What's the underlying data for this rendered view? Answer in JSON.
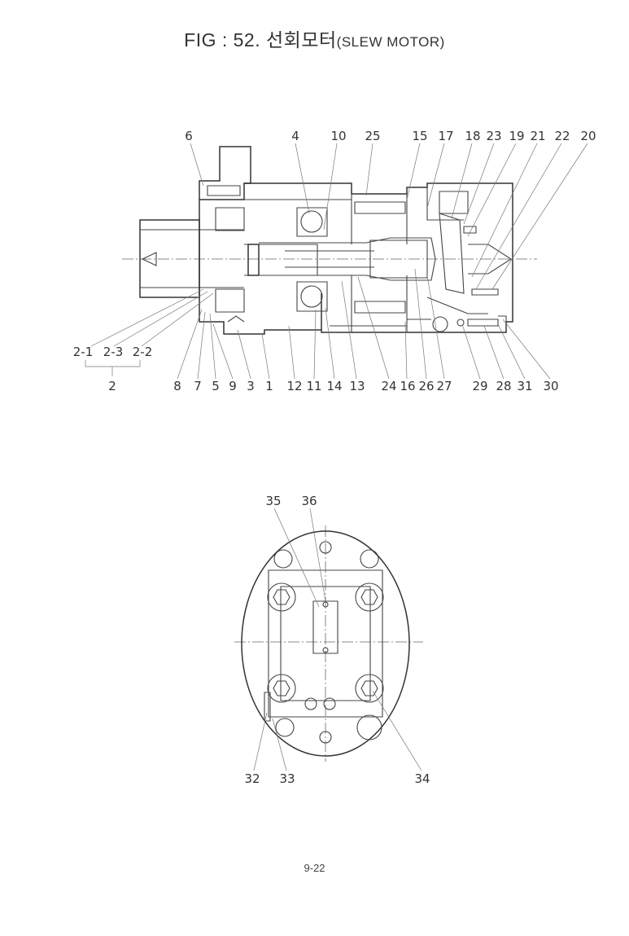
{
  "document": {
    "title_main": "FIG : 52. 선회모터",
    "title_sub": "(SLEW MOTOR)",
    "page_number": "9-22"
  },
  "side_view": {
    "top_labels": [
      "6",
      "4",
      "10",
      "25",
      "15",
      "17",
      "18",
      "23",
      "19",
      "21",
      "22",
      "20"
    ],
    "bottom_labels": [
      "8",
      "7",
      "5",
      "9",
      "3",
      "1",
      "12",
      "11",
      "14",
      "13",
      "24",
      "16",
      "26",
      "27",
      "29",
      "28",
      "31",
      "30"
    ],
    "group_labels": [
      "2-1",
      "2-3",
      "2-2"
    ],
    "group_parent": "2"
  },
  "end_view": {
    "top_labels": [
      "35",
      "36"
    ],
    "bottom_labels": [
      "32",
      "33",
      "34"
    ]
  }
}
